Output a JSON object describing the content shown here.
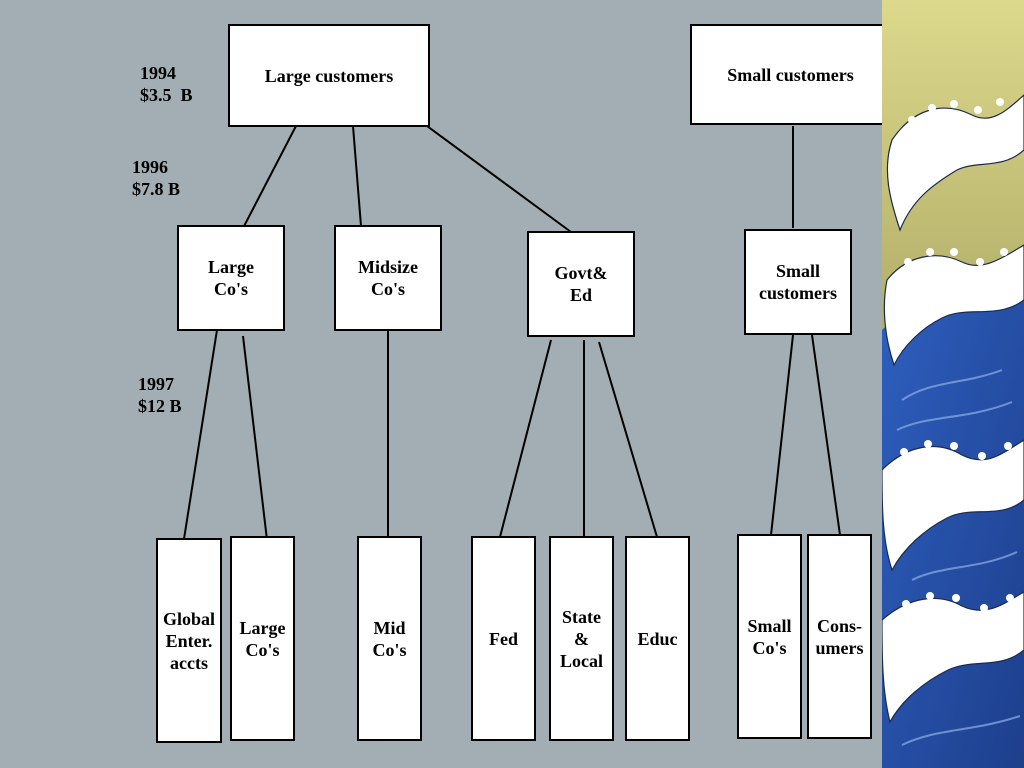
{
  "colors": {
    "background": "#a2aeb3",
    "box_fill": "#ffffff",
    "line": "#000000",
    "wave_sky": "#d8d68a",
    "wave_sea": "#2a55b0",
    "wave_foam": "#ffffff"
  },
  "year_labels": [
    {
      "year": "1994",
      "amount": "$3.5  B"
    },
    {
      "year": "1996",
      "amount": "$7.8 B"
    },
    {
      "year": "1997",
      "amount": "$12 B"
    }
  ],
  "level1": {
    "large": "Large customers",
    "small": "Small customers"
  },
  "level2": {
    "large": "Large\nCo's",
    "midsize": "Midsize\nCo's",
    "govt": "Govt&\nEd",
    "small": "Small\ncustomers"
  },
  "level3": {
    "global": "Global\nEnter.\naccts",
    "large": "Large\nCo's",
    "mid": "Mid\nCo's",
    "fed": "Fed",
    "state": "State\n&\nLocal",
    "educ": "Educ",
    "small": "Small\nCo's",
    "consumers": "Cons-\numers"
  },
  "decoration": {
    "side_image": "great-wave-image"
  }
}
